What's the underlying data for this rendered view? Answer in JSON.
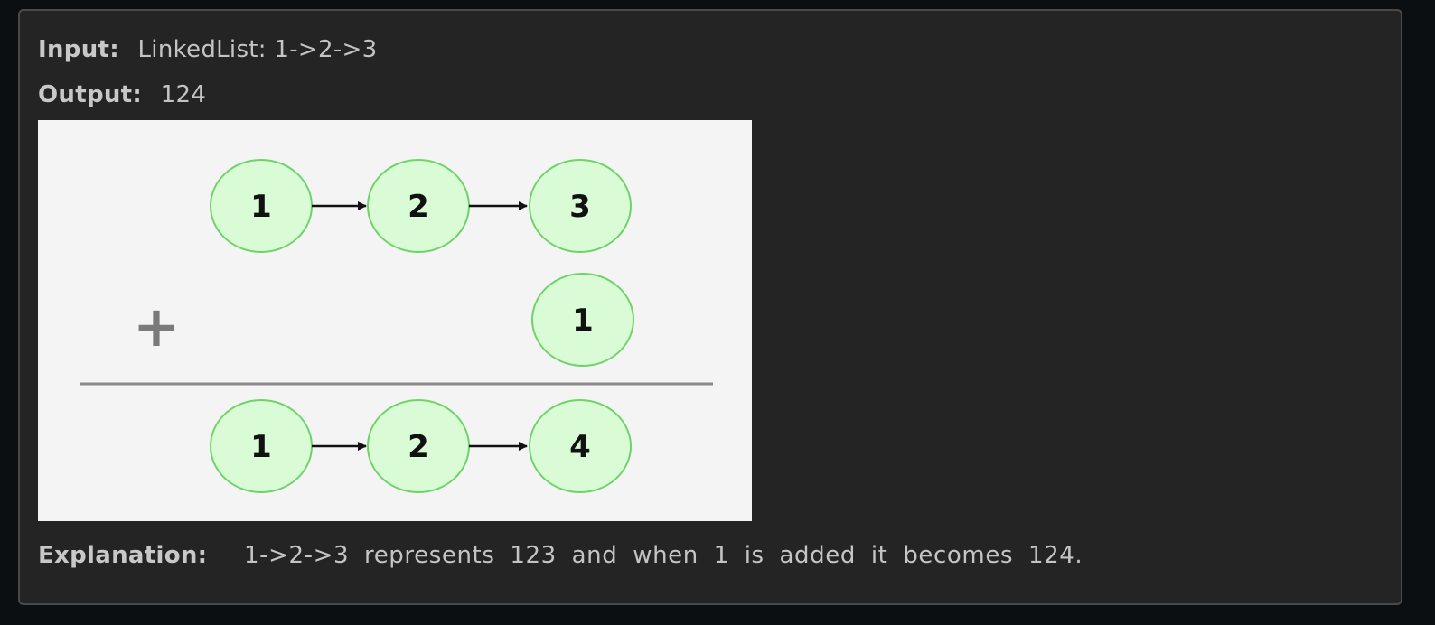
{
  "input": {
    "label": "Input:",
    "value": "LinkedList:  1->2->3"
  },
  "output": {
    "label": "Output:",
    "value": "124"
  },
  "explanation": {
    "label": "Explanation:",
    "value": "1->2->3 represents 123 and when 1 is added it becomes 124."
  },
  "diagram": {
    "top_list": [
      "1",
      "2",
      "3"
    ],
    "addend": [
      "1"
    ],
    "operator": "+",
    "result_list": [
      "1",
      "2",
      "4"
    ],
    "colors": {
      "node_fill": "#d9fcd6",
      "node_stroke": "#6fd36a",
      "background": "#f4f4f4",
      "divider": "#888888"
    }
  }
}
